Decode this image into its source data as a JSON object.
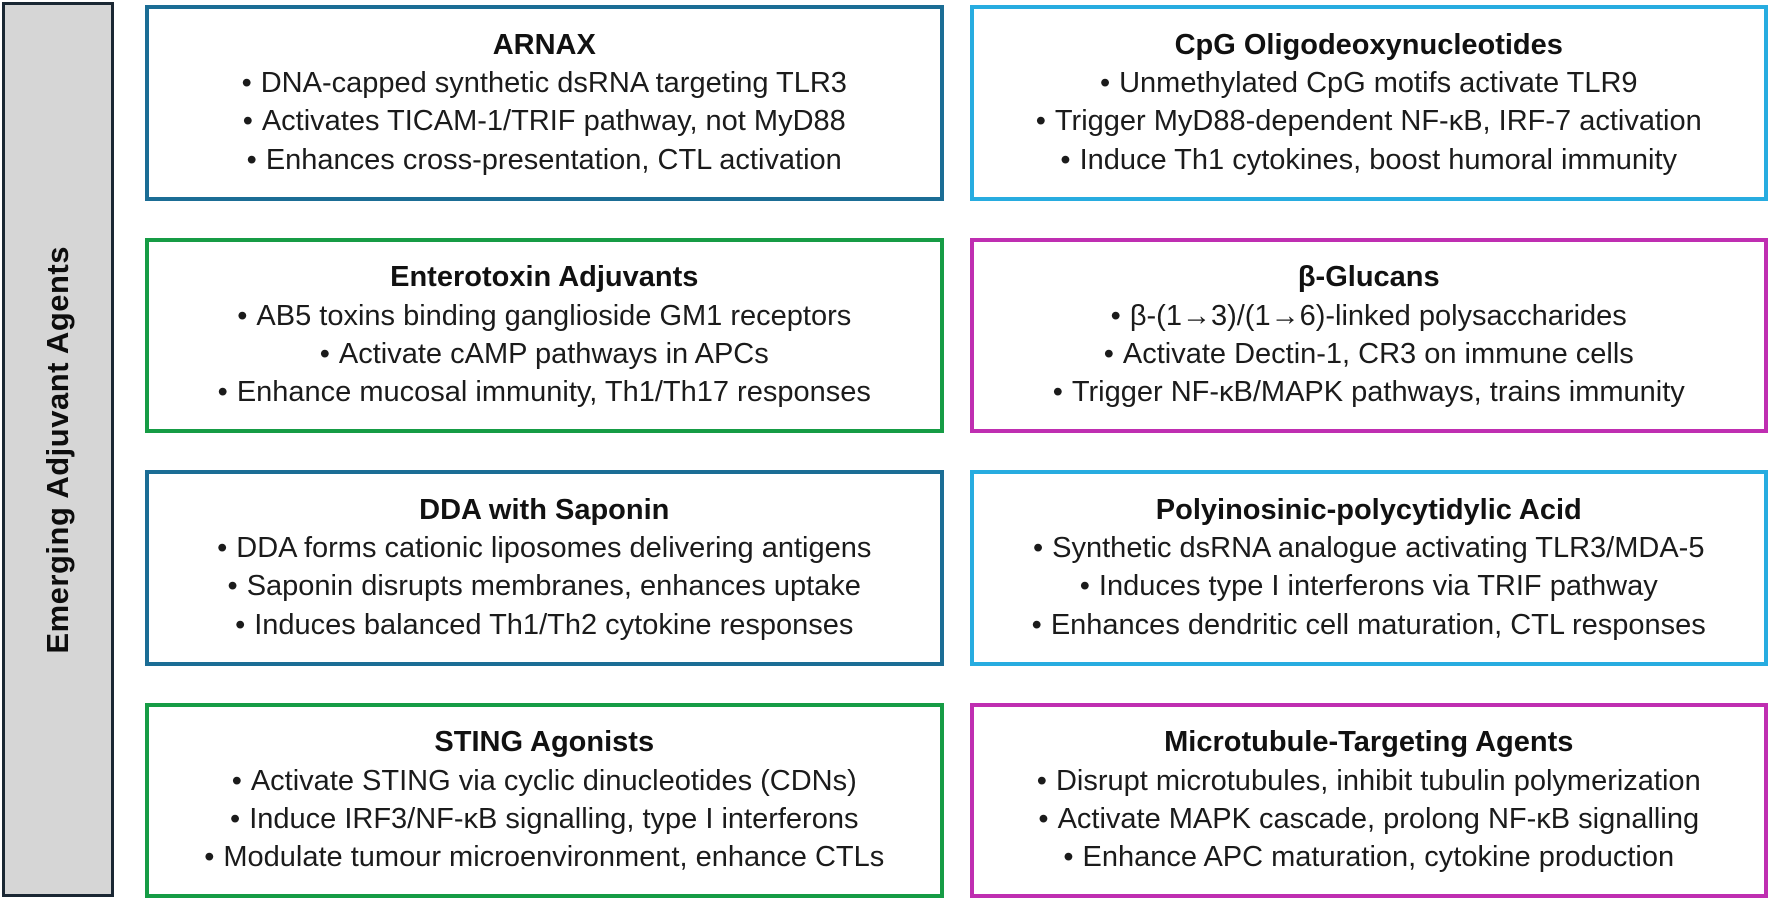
{
  "sidebar": {
    "label": "Emerging Adjuvant Agents",
    "background": "#d6d6d6",
    "border_color": "#1a2733"
  },
  "bullet_glyph": "•",
  "colors": {
    "teal": "#1b6d95",
    "cyan": "#27ace0",
    "green": "#169c45",
    "magenta": "#bf2eb1"
  },
  "boxes": [
    {
      "title": "ARNAX",
      "color": "teal",
      "bullets": [
        "DNA-capped synthetic dsRNA targeting TLR3",
        "Activates TICAM-1/TRIF pathway, not MyD88",
        "Enhances cross-presentation, CTL activation"
      ]
    },
    {
      "title": "CpG Oligodeoxynucleotides",
      "color": "cyan",
      "bullets": [
        "Unmethylated CpG motifs activate TLR9",
        "Trigger MyD88-dependent NF-κB, IRF-7 activation",
        "Induce Th1 cytokines, boost humoral immunity"
      ]
    },
    {
      "title": "Enterotoxin Adjuvants",
      "color": "green",
      "bullets": [
        "AB5 toxins binding ganglioside GM1 receptors",
        "Activate cAMP pathways in APCs",
        "Enhance mucosal immunity, Th1/Th17 responses"
      ]
    },
    {
      "title": "β-Glucans",
      "color": "magenta",
      "bullets": [
        "β-(1→3)/(1→6)-linked polysaccharides",
        "Activate Dectin-1, CR3 on immune cells",
        "Trigger NF-κB/MAPK pathways, trains immunity"
      ]
    },
    {
      "title": "DDA with Saponin",
      "color": "teal",
      "bullets": [
        "DDA forms cationic liposomes delivering antigens",
        "Saponin disrupts membranes, enhances uptake",
        "Induces balanced Th1/Th2 cytokine responses"
      ]
    },
    {
      "title": "Polyinosinic-polycytidylic Acid",
      "color": "cyan",
      "bullets": [
        "Synthetic dsRNA analogue activating TLR3/MDA-5",
        "Induces type I interferons via TRIF pathway",
        "Enhances dendritic cell maturation, CTL responses"
      ]
    },
    {
      "title": "STING Agonists",
      "color": "green",
      "bullets": [
        "Activate STING via cyclic dinucleotides (CDNs)",
        "Induce IRF3/NF-κB signalling, type I interferons",
        "Modulate tumour microenvironment, enhance CTLs"
      ]
    },
    {
      "title": "Microtubule-Targeting Agents",
      "color": "magenta",
      "bullets": [
        "Disrupt microtubules, inhibit tubulin polymerization",
        "Activate MAPK cascade, prolong NF-κB signalling",
        "Enhance APC maturation, cytokine production"
      ]
    }
  ]
}
